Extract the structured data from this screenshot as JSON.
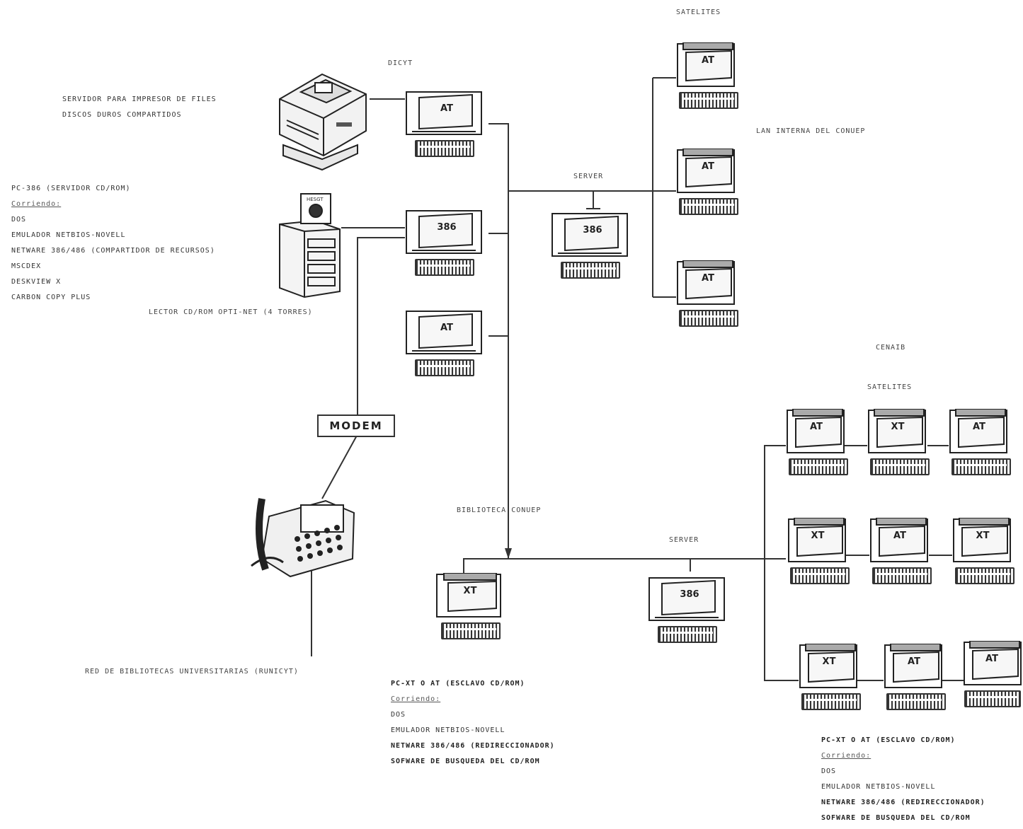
{
  "labels": {
    "dicyt": "DICYT",
    "satelites_top": "SATELITES",
    "lan_interna": "LAN INTERNA DEL CONUEP",
    "server_top": "SERVER",
    "lector": "LECTOR CD/ROM OPTI-NET (4 TORRES)",
    "modem": "MODEM",
    "biblioteca": "BIBLIOTECA CONUEP",
    "server_bottom": "SERVER",
    "red": "RED DE BIBLIOTECAS UNIVERSITARIAS (RUNICYT)",
    "cenaib": "CENAIB",
    "satelites_right": "SATELITES",
    "printer_label": [
      "SERVIDOR PARA IMPRESOR DE FILES",
      "DISCOS DUROS COMPARTIDOS"
    ]
  },
  "pc386_block": {
    "title": "PC-386 (SERVIDOR CD/ROM)",
    "running": "Corriendo:",
    "items": [
      "DOS",
      "EMULADOR NETBIOS-NOVELL",
      "NETWARE 386/486 (COMPARTIDOR DE RECURSOS)",
      "MSCDEX",
      "DESKVIEW X",
      "CARBON COPY PLUS"
    ]
  },
  "slave_block_center": {
    "title": "PC-XT O AT (ESCLAVO CD/ROM)",
    "running": "Corriendo:",
    "items": [
      "DOS",
      "EMULADOR NETBIOS-NOVELL",
      "NETWARE 386/486 (REDIRECCIONADOR)",
      "SOFWARE DE BUSQUEDA DEL CD/ROM"
    ]
  },
  "slave_block_right": {
    "title": "PC-XT O AT (ESCLAVO CD/ROM)",
    "running": "Corriendo:",
    "items": [
      "DOS",
      "EMULADOR NETBIOS-NOVELL",
      "NETWARE 386/486 (REDIRECCIONADOR)",
      "SOFWARE DE BUSQUEDA DEL CD/ROM"
    ]
  },
  "computer_tags": {
    "dicyt_at": "AT",
    "dicyt_386": "386",
    "dicyt_at2": "AT",
    "server_top": "386",
    "sat_top_1": "AT",
    "sat_top_2": "AT",
    "sat_top_3": "AT",
    "biblio_xt": "XT",
    "server_bottom": "386",
    "cen_1": "AT",
    "cen_2": "XT",
    "cen_3": "AT",
    "cen_4": "XT",
    "cen_5": "AT",
    "cen_6": "XT",
    "cen_7": "XT",
    "cen_8": "AT",
    "cen_9": "AT"
  },
  "device_labels": {
    "cdrom_tower": "HESGT"
  }
}
